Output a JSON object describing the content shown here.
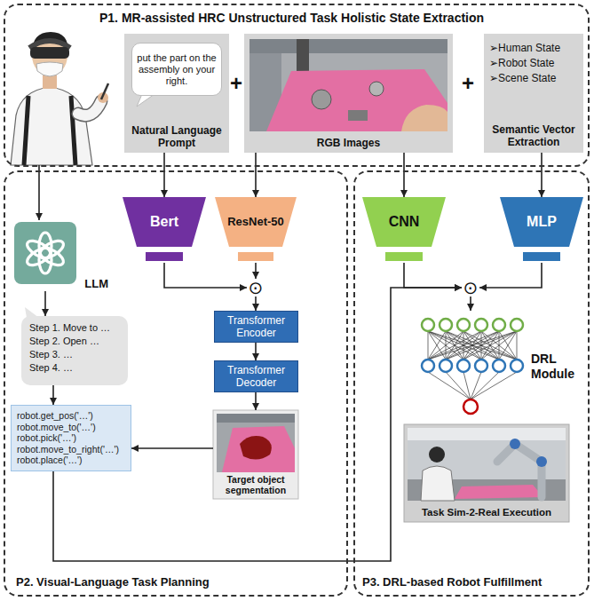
{
  "diagram": {
    "nodes": [
      {
        "text": [
          "P1. MR-assisted HRC Unstructured Task Holistic State Extraction"
        ]
      },
      {
        "text": [
          "Natural Language Prompt"
        ],
        "in": 0
      },
      {
        "text": [
          "put the part on the assembly on your right."
        ],
        "in": 1
      },
      {
        "text": [
          "RGB Images"
        ],
        "in": 0
      },
      {
        "text": [
          "➢Human State",
          "➢Robot State",
          "➢Scene State",
          "Semantic Vector Extraction"
        ],
        "in": 0
      },
      {
        "text": [
          "P2. Visual-Language Task Planning"
        ]
      },
      {
        "text": [
          "LLM"
        ],
        "in": 5
      },
      {
        "text": [
          "Step 1. Move to …",
          "Step 2. Open …",
          "Step 3. …",
          "Step 4. …"
        ],
        "in": 5
      },
      {
        "text": [
          "robot.get_pos('…')",
          "robot.move_to('…')",
          "robot.pick('…')",
          "robot.move_to_right('…')",
          "robot.place('…')"
        ],
        "in": 5
      },
      {
        "text": [
          "Bert"
        ],
        "in": 5
      },
      {
        "text": [
          "ResNet-50"
        ],
        "in": 5
      },
      {
        "text": [
          "⊙"
        ],
        "in": 5
      },
      {
        "text": [
          "Transformer Encoder"
        ],
        "in": 5
      },
      {
        "text": [
          "Transformer Decoder"
        ],
        "in": 5
      },
      {
        "text": [
          "Target object segmentation"
        ],
        "in": 5
      },
      {
        "text": [
          "P3. DRL-based Robot Fulfillment"
        ]
      },
      {
        "text": [
          "CNN"
        ],
        "in": 15
      },
      {
        "text": [
          "MLP"
        ],
        "in": 15
      },
      {
        "text": [
          "⊙"
        ],
        "in": 15
      },
      {
        "text": [
          "DRL Module"
        ],
        "in": 15
      },
      {
        "text": [
          "Task Sim-2-Real Execution"
        ],
        "in": 15
      }
    ],
    "edges": [
      {
        "from": 1,
        "to": 9,
        "arrow": "to"
      },
      {
        "from": 3,
        "to": 10,
        "arrow": "to"
      },
      {
        "from": 3,
        "to": 16,
        "arrow": "to"
      },
      {
        "from": 4,
        "to": 17,
        "arrow": "to"
      },
      {
        "from": 6,
        "to": 7,
        "arrow": "to"
      },
      {
        "from": 7,
        "to": 8,
        "arrow": "to"
      },
      {
        "from": 9,
        "to": 11,
        "arrow": "to"
      },
      {
        "from": 10,
        "to": 11,
        "arrow": "to"
      },
      {
        "from": 11,
        "to": 12,
        "arrow": "to"
      },
      {
        "from": 12,
        "to": 13,
        "arrow": "to"
      },
      {
        "from": 13,
        "to": 14,
        "arrow": "to"
      },
      {
        "from": 14,
        "to": 8,
        "arrow": "to"
      },
      {
        "from": 8,
        "to": 18,
        "arrow": "to"
      },
      {
        "from": 16,
        "to": 18,
        "arrow": "to"
      },
      {
        "from": 17,
        "to": 18,
        "arrow": "to"
      },
      {
        "from": 18,
        "to": 19,
        "arrow": "to"
      }
    ],
    "labels": [
      "+",
      "+"
    ]
  }
}
